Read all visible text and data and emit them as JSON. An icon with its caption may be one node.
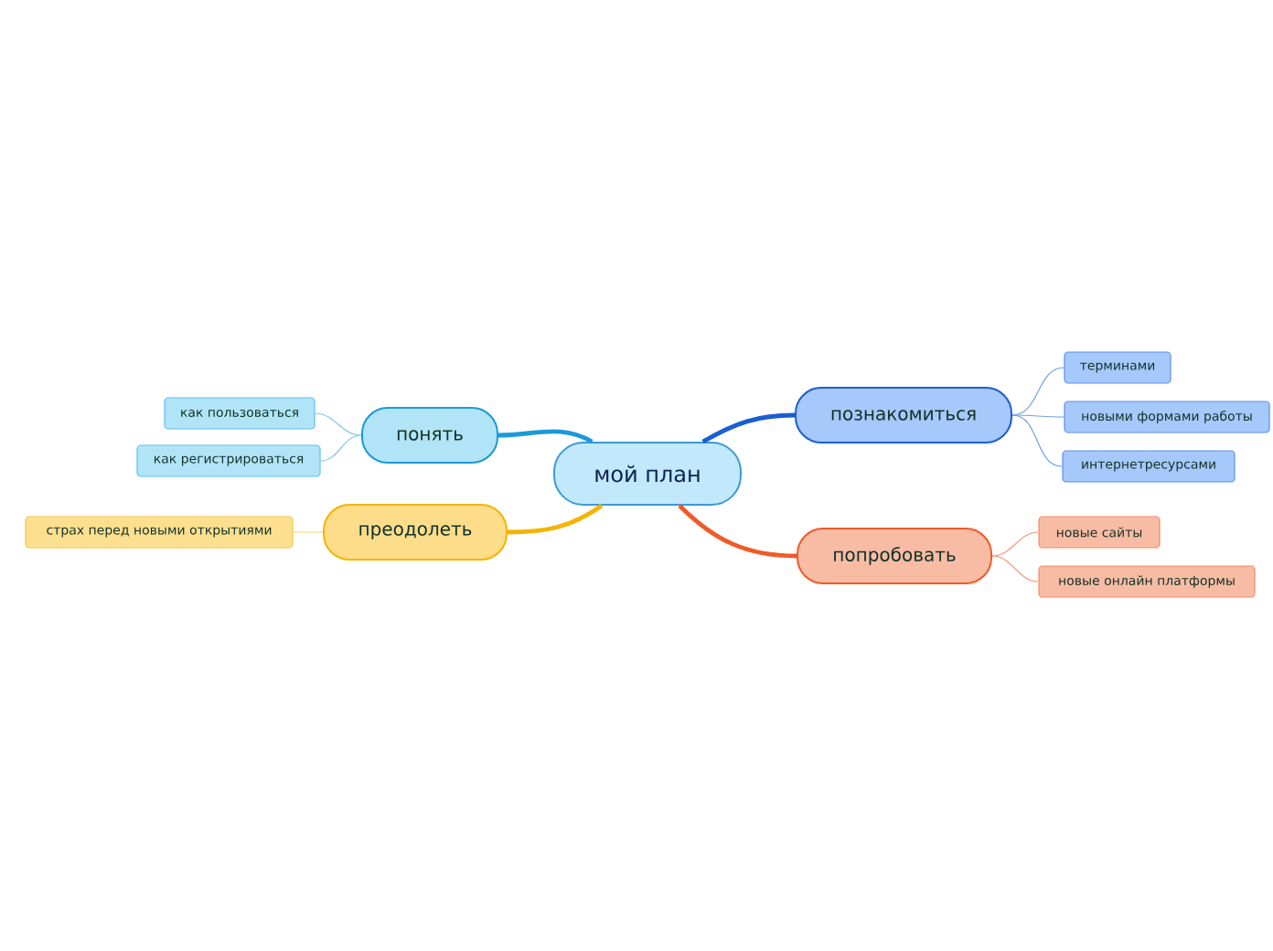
{
  "diagram": {
    "nodes": [
      {
        "text": [
          "мой план"
        ]
      },
      {
        "text": [
          "познакомиться"
        ]
      },
      {
        "text": [
          "терминами"
        ]
      },
      {
        "text": [
          "новыми формами работы"
        ]
      },
      {
        "text": [
          "интернетресурсами"
        ]
      },
      {
        "text": [
          "попробовать"
        ]
      },
      {
        "text": [
          "новые сайты"
        ]
      },
      {
        "text": [
          "новые онлайн платформы"
        ]
      },
      {
        "text": [
          "понять"
        ]
      },
      {
        "text": [
          "как пользоваться"
        ]
      },
      {
        "text": [
          "как регистрироваться"
        ]
      },
      {
        "text": [
          "преодолеть"
        ]
      },
      {
        "text": [
          "страх перед новыми открытиями"
        ]
      }
    ],
    "edges": [
      {
        "from": 0,
        "to": 1,
        "arrow": "none",
        "style": "thick",
        "color": "#1a5fd0"
      },
      {
        "from": 1,
        "to": 2,
        "arrow": "none",
        "color": "#6f9ff0"
      },
      {
        "from": 1,
        "to": 3,
        "arrow": "none",
        "color": "#6f9ff0"
      },
      {
        "from": 1,
        "to": 4,
        "arrow": "none",
        "color": "#6f9ff0"
      },
      {
        "from": 0,
        "to": 5,
        "arrow": "none",
        "style": "thick",
        "color": "#f05a28"
      },
      {
        "from": 5,
        "to": 6,
        "arrow": "none",
        "color": "#f59a7a"
      },
      {
        "from": 5,
        "to": 7,
        "arrow": "none",
        "color": "#f59a7a"
      },
      {
        "from": 0,
        "to": 8,
        "arrow": "none",
        "style": "thick",
        "color": "#1a9ad8"
      },
      {
        "from": 8,
        "to": 9,
        "arrow": "none",
        "color": "#7cc8ee"
      },
      {
        "from": 8,
        "to": 10,
        "arrow": "none",
        "color": "#7cc8ee"
      },
      {
        "from": 0,
        "to": 11,
        "arrow": "none",
        "style": "thick",
        "color": "#f5b400"
      },
      {
        "from": 11,
        "to": 12,
        "arrow": "none",
        "color": "#f8cf6a"
      }
    ]
  }
}
